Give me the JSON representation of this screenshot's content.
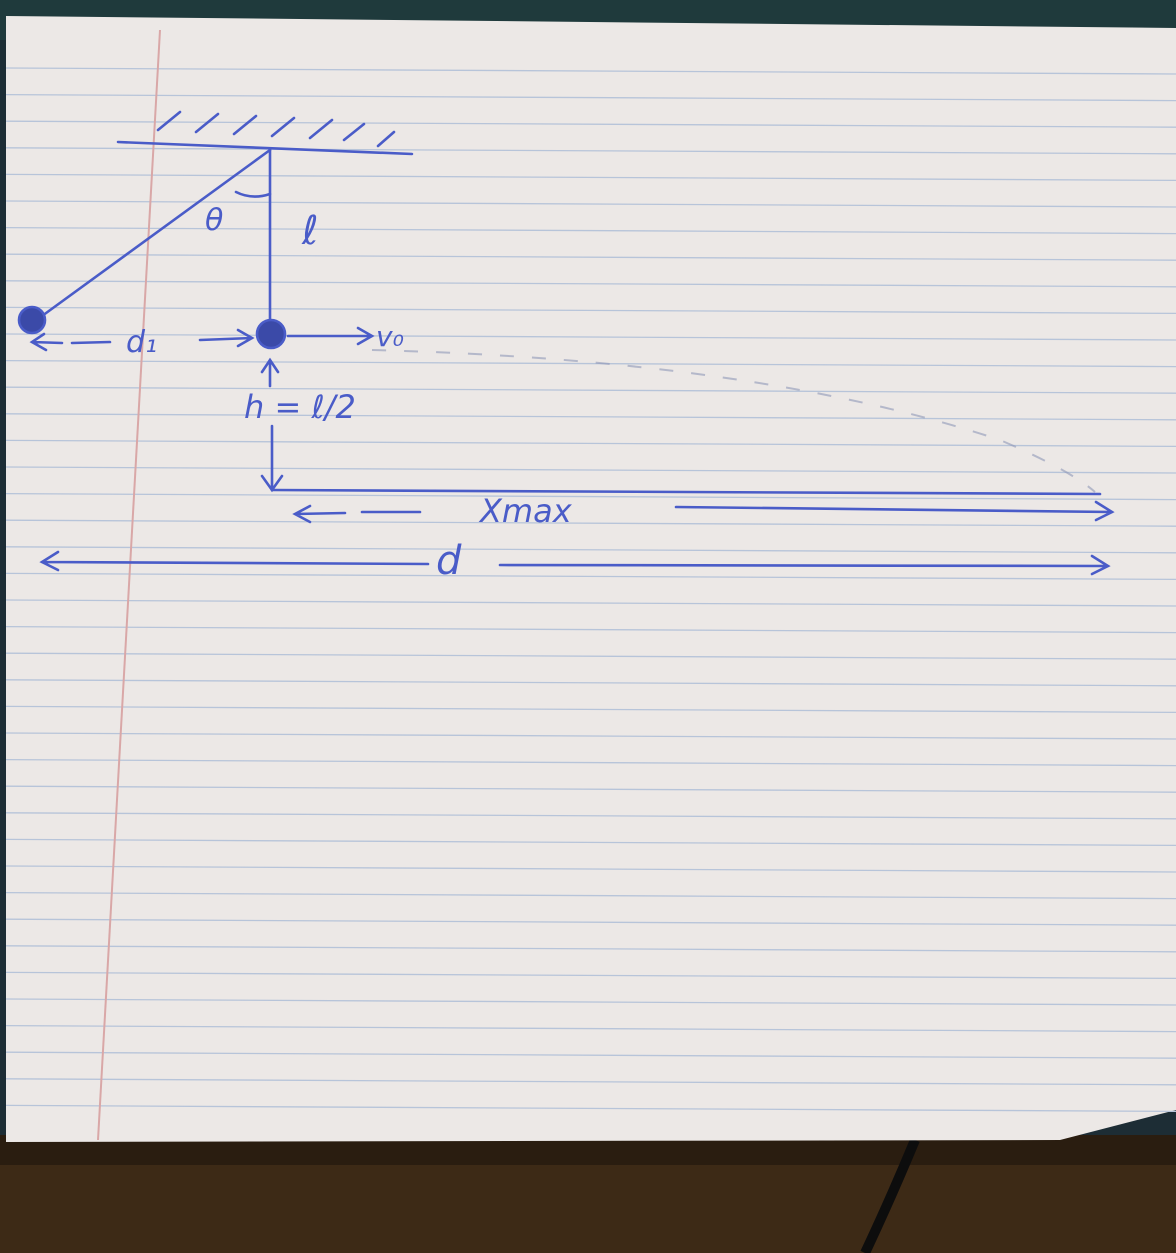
{
  "diagram": {
    "ink_color": "#4a5cc8",
    "paper_color": "#ece8e6",
    "rule_color": "#b7c4d9",
    "margin_color": "#d9a7a7",
    "labels": {
      "angle": "θ",
      "length": "ℓ",
      "d1": "d₁",
      "velocity": "v₀",
      "height": "h = ℓ/2",
      "xmax": "Xmax",
      "d": "d"
    }
  }
}
